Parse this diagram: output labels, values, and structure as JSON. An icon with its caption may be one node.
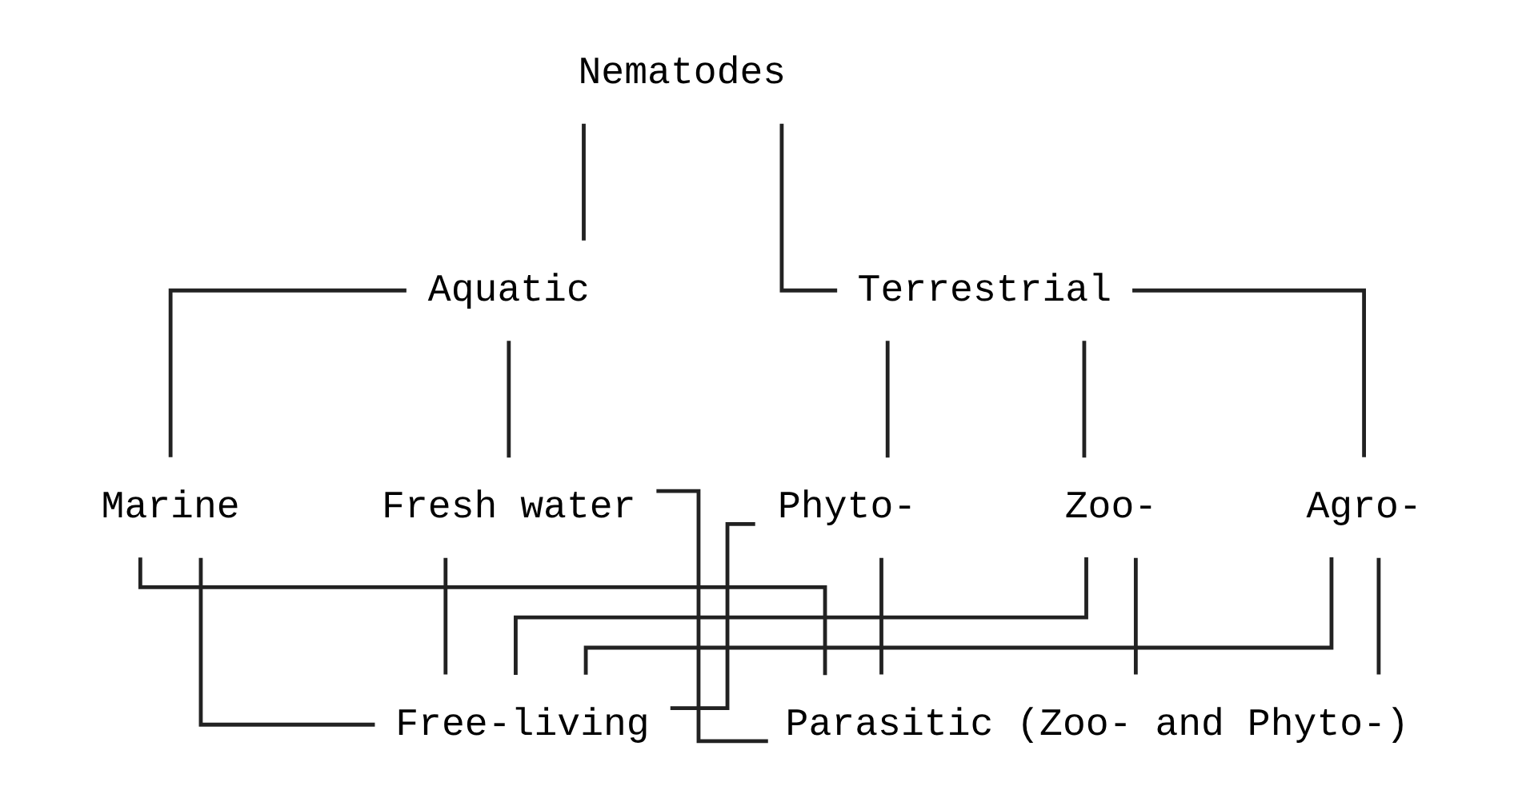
{
  "diagram": {
    "nodes": [
      {
        "text": [
          "Nematodes"
        ]
      },
      {
        "text": [
          "Aquatic"
        ]
      },
      {
        "text": [
          "Terrestrial"
        ]
      },
      {
        "text": [
          "Fresh water"
        ]
      },
      {
        "text": [
          "Marine"
        ]
      },
      {
        "text": [
          "Phyto-"
        ]
      },
      {
        "text": [
          "Zoo-"
        ]
      },
      {
        "text": [
          "Agro-"
        ]
      },
      {
        "text": [
          "Free-living"
        ]
      },
      {
        "text": [
          "Parasitic (Zoo- and Phyto-)"
        ]
      }
    ],
    "edges": [
      {
        "from": 0,
        "to": 1,
        "arrow": "none"
      },
      {
        "from": 0,
        "to": 2,
        "arrow": "none"
      },
      {
        "from": 1,
        "to": 3,
        "arrow": "none"
      },
      {
        "from": 1,
        "to": 4,
        "arrow": "none"
      },
      {
        "from": 2,
        "to": 5,
        "arrow": "none"
      },
      {
        "from": 2,
        "to": 6,
        "arrow": "none"
      },
      {
        "from": 2,
        "to": 7,
        "arrow": "none"
      },
      {
        "from": 3,
        "to": 8,
        "arrow": "none"
      },
      {
        "from": 3,
        "to": 9,
        "arrow": "none"
      },
      {
        "from": 4,
        "to": 8,
        "arrow": "none"
      },
      {
        "from": 4,
        "to": 9,
        "arrow": "none"
      },
      {
        "from": 5,
        "to": 8,
        "arrow": "none"
      },
      {
        "from": 5,
        "to": 9,
        "arrow": "none"
      },
      {
        "from": 6,
        "to": 8,
        "arrow": "none"
      },
      {
        "from": 6,
        "to": 9,
        "arrow": "none"
      },
      {
        "from": 7,
        "to": 8,
        "arrow": "none"
      },
      {
        "from": 7,
        "to": 9,
        "arrow": "none"
      }
    ]
  }
}
